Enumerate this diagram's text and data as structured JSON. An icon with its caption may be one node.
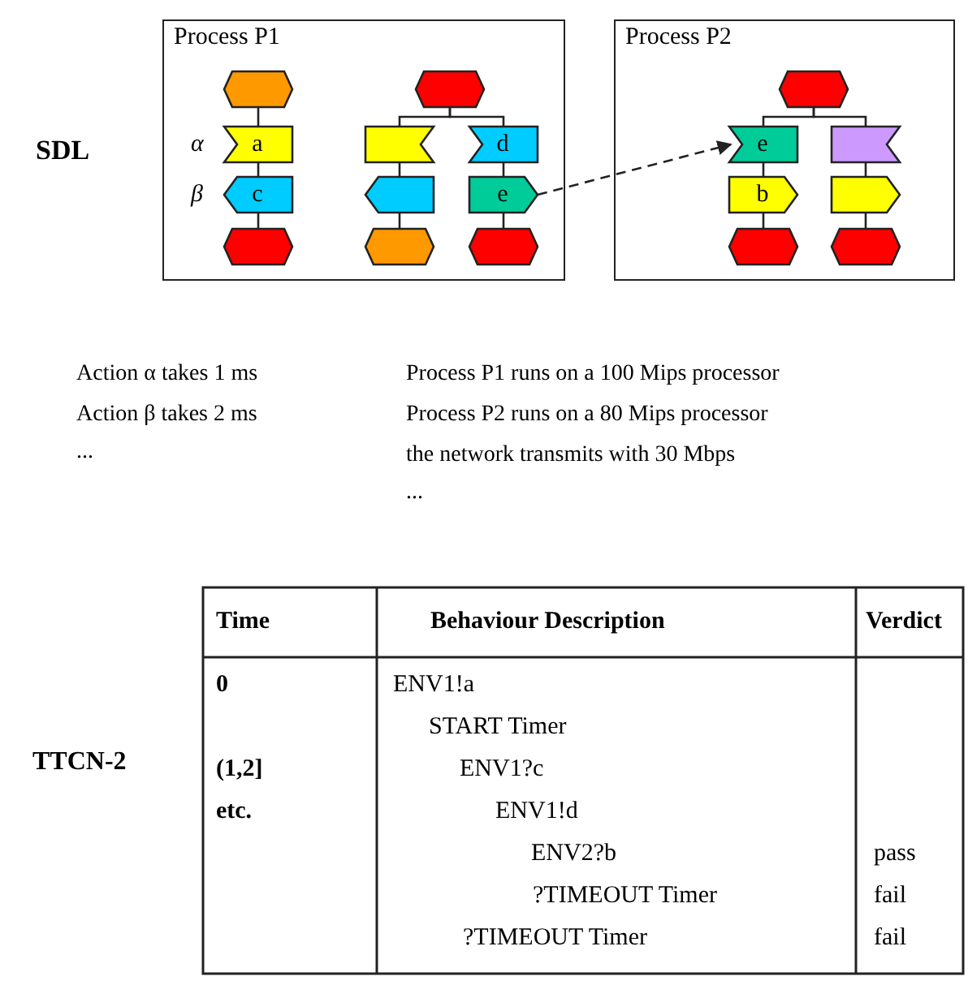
{
  "diagram": {
    "nodes": [
      {
        "text": [
          "Process P1"
        ]
      },
      {
        "text": [],
        "shape": "hexagon",
        "in": 0
      },
      {
        "text": [
          "a"
        ],
        "beside": [
          "α"
        ],
        "in": 0
      },
      {
        "text": [
          "c"
        ],
        "beside": [
          "β"
        ],
        "in": 0
      },
      {
        "text": [],
        "shape": "hexagon",
        "in": 0
      },
      {
        "text": [],
        "shape": "hexagon",
        "in": 0
      },
      {
        "text": [],
        "shape": "flag",
        "in": 0
      },
      {
        "text": [
          "d"
        ],
        "in": 0
      },
      {
        "text": [],
        "shape": "pentagon",
        "in": 0
      },
      {
        "text": [],
        "shape": "hexagon",
        "in": 0
      },
      {
        "text": [
          "e"
        ],
        "in": 0
      },
      {
        "text": [],
        "shape": "hexagon",
        "in": 0
      },
      {
        "text": [
          "Process P2"
        ]
      },
      {
        "text": [],
        "shape": "hexagon",
        "in": 12
      },
      {
        "text": [
          "e"
        ],
        "in": 12
      },
      {
        "text": [],
        "shape": "flag",
        "in": 12
      },
      {
        "text": [
          "b"
        ],
        "in": 12
      },
      {
        "text": [],
        "shape": "pentagon",
        "in": 12
      },
      {
        "text": [],
        "shape": "hexagon",
        "in": 12
      },
      {
        "text": [],
        "shape": "hexagon",
        "in": 12
      }
    ],
    "edges": [
      {
        "from": 1,
        "to": 2,
        "arrow": "none"
      },
      {
        "from": 2,
        "to": 3,
        "arrow": "none"
      },
      {
        "from": 3,
        "to": 4,
        "arrow": "none"
      },
      {
        "from": 5,
        "to": 6,
        "arrow": "none"
      },
      {
        "from": 5,
        "to": 7,
        "arrow": "none"
      },
      {
        "from": 6,
        "to": 8,
        "arrow": "none"
      },
      {
        "from": 8,
        "to": 9,
        "arrow": "none"
      },
      {
        "from": 7,
        "to": 10,
        "arrow": "none"
      },
      {
        "from": 10,
        "to": 11,
        "arrow": "none"
      },
      {
        "from": 10,
        "to": 14,
        "arrow": "to",
        "style": "dashed"
      },
      {
        "from": 13,
        "to": 14,
        "arrow": "none"
      },
      {
        "from": 13,
        "to": 15,
        "arrow": "none"
      },
      {
        "from": 14,
        "to": 16,
        "arrow": "none"
      },
      {
        "from": 15,
        "to": 17,
        "arrow": "none"
      },
      {
        "from": 16,
        "to": 18,
        "arrow": "none"
      },
      {
        "from": 17,
        "to": 19,
        "arrow": "none"
      }
    ],
    "labels": [
      "SDL",
      "TTCN-2",
      "Action α takes 1 ms",
      "Action β takes 2 ms",
      "...",
      "Process P1 runs on a 100 Mips processor",
      "Process P2 runs on a 80 Mips processor",
      "the network transmits with 30 Mbps",
      "...",
      "Time",
      "Behaviour Description",
      "Verdict",
      "0",
      "ENV1!a",
      "START Timer",
      "(1,2]",
      "ENV1?c",
      "etc.",
      "ENV1!d",
      "ENV2?b",
      "pass",
      "?TIMEOUT Timer",
      "fail",
      "?TIMEOUT Timer",
      "fail"
    ]
  }
}
